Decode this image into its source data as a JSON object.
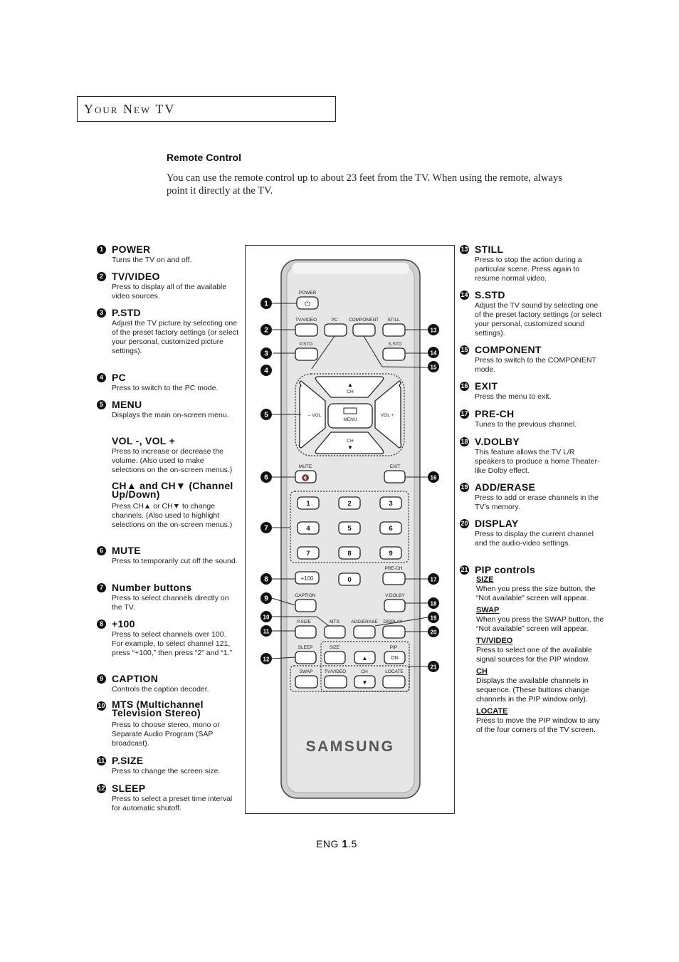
{
  "header": {
    "section_title": "Your New TV"
  },
  "main": {
    "heading": "Remote Control",
    "intro": "You can use the remote control up to about 23 feet from the TV. When using the remote, always point it directly at the TV."
  },
  "left_items": [
    {
      "num": "1",
      "title": "POWER",
      "desc": "Turns the TV on and off."
    },
    {
      "num": "2",
      "title": "TV/VIDEO",
      "desc": "Press to display all of the available video sources."
    },
    {
      "num": "3",
      "title": "P.STD",
      "desc": "Adjust the TV picture by selecting one of the preset factory settings (or select your personal, customized picture settings)."
    },
    {
      "num": "4",
      "title": "PC",
      "desc": "Press to switch to the PC mode."
    },
    {
      "num": "5",
      "title": "MENU",
      "desc": "Displays the main on-screen menu."
    },
    {
      "num": "",
      "title": "VOL -, VOL +",
      "desc": "Press to increase or decrease the volume. (Also used to make selections on the on-screen menus.)"
    },
    {
      "num": "",
      "title": "CH▲ and CH▼ (Channel Up/Down)",
      "desc": "Press CH▲ or CH▼ to change channels. (Also used to highlight selections on the on-screen menus.)"
    },
    {
      "num": "6",
      "title": "MUTE",
      "desc": "Press to temporarily cut off the sound."
    },
    {
      "num": "7",
      "title": "Number buttons",
      "desc": "Press to select channels directly on the TV."
    },
    {
      "num": "8",
      "title": "+100",
      "desc": "Press to select channels over 100. For example, to select channel 121, press “+100,” then press “2” and “1.”"
    },
    {
      "num": "9",
      "title": "CAPTION",
      "desc": "Controls the caption decoder."
    },
    {
      "num": "10",
      "title": "MTS (Multichannel Television Stereo)",
      "desc": "Press to choose stereo, mono or Separate Audio Program (SAP broadcast)."
    },
    {
      "num": "11",
      "title": "P.SIZE",
      "desc": "Press to change the screen size."
    },
    {
      "num": "12",
      "title": "SLEEP",
      "desc": "Press to select a preset time interval for automatic shutoff."
    }
  ],
  "right_items": [
    {
      "num": "13",
      "title": "STILL",
      "desc": "Press to stop the action during a particular scene. Press again to resume normal video."
    },
    {
      "num": "14",
      "title": "S.STD",
      "desc": "Adjust the TV sound by selecting one of the preset factory settings (or select your personal, customized sound settings)."
    },
    {
      "num": "15",
      "title": "COMPONENT",
      "desc": "Press to switch to the COMPONENT mode."
    },
    {
      "num": "16",
      "title": "EXIT",
      "desc": "Press the menu to exit."
    },
    {
      "num": "17",
      "title": "PRE-CH",
      "desc": "Tunes to the previous channel."
    },
    {
      "num": "18",
      "title": "V.DOLBY",
      "desc": "This feature allows the TV L/R speakers to produce a home Theater-like Dolby effect."
    },
    {
      "num": "19",
      "title": "ADD/ERASE",
      "desc": "Press to add or erase channels in the TV’s memory."
    },
    {
      "num": "20",
      "title": "DISPLAY",
      "desc": "Press to display the current channel and the audio-video settings."
    },
    {
      "num": "21",
      "title": "PIP controls",
      "desc": ""
    }
  ],
  "pip": [
    {
      "label": "SIZE",
      "desc": "When you press the size button, the “Not available” screen will appear."
    },
    {
      "label": "SWAP",
      "desc": "When you press the SWAP button, the “Not available” screen will appear."
    },
    {
      "label": "TV/VIDEO",
      "desc": "Press to select one of the available signal sources for the PIP window."
    },
    {
      "label": "CH",
      "desc": "Displays the available channels in sequence. (These buttons change channels in the PIP window only)."
    },
    {
      "label": "LOCATE",
      "desc": "Press to move the PIP window to any of the four corners of the TV screen."
    }
  ],
  "remote": {
    "power": "POWER",
    "tvvideo": "TV/VIDEO",
    "pc": "PC",
    "component": "COMPONENT",
    "still": "STILL",
    "pstd": "P.STD",
    "sstd": "S.STD",
    "ch": "CH",
    "vol_minus": "– VOL",
    "vol_plus": "VOL +",
    "menu": "MENU",
    "mute": "MUTE",
    "exit": "EXIT",
    "digits": [
      "1",
      "2",
      "3",
      "4",
      "5",
      "6",
      "7",
      "8",
      "9",
      "0"
    ],
    "plus100": "+100",
    "prech": "PRE-CH",
    "caption": "CAPTION",
    "vdolby": "V.DOLBY",
    "psize": "P.SIZE",
    "mts": "MTS",
    "adderase": "ADD/ERASE",
    "display": "DISPLAY",
    "sleep": "SLEEP",
    "size": "SIZE",
    "pip": "PIP",
    "on": "ON",
    "swap": "SWAP",
    "tvvideo2": "TV/VIDEO",
    "ch2": "CH",
    "locate": "LOCATE",
    "brand": "SAMSUNG",
    "callouts_left": [
      "1",
      "2",
      "3",
      "4",
      "5",
      "6",
      "7",
      "8",
      "9",
      "10",
      "11",
      "12"
    ],
    "callouts_right": [
      "13",
      "14",
      "15",
      "16",
      "17",
      "18",
      "19",
      "20",
      "21"
    ]
  },
  "footer": {
    "lang": "ENG ",
    "chapter": "1",
    "page": ".5"
  }
}
